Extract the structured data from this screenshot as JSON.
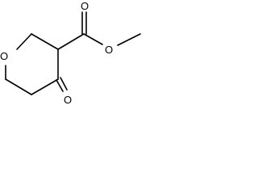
{
  "molecule": {
    "atom_labels": {
      "ring_oxygen": "O",
      "ketone_oxygen": "O",
      "carbonyl_oxygen": "O",
      "ester_oxygen": "O"
    },
    "colors": {
      "bond": "#000000",
      "label": "#000000",
      "background": "#ffffff"
    }
  }
}
